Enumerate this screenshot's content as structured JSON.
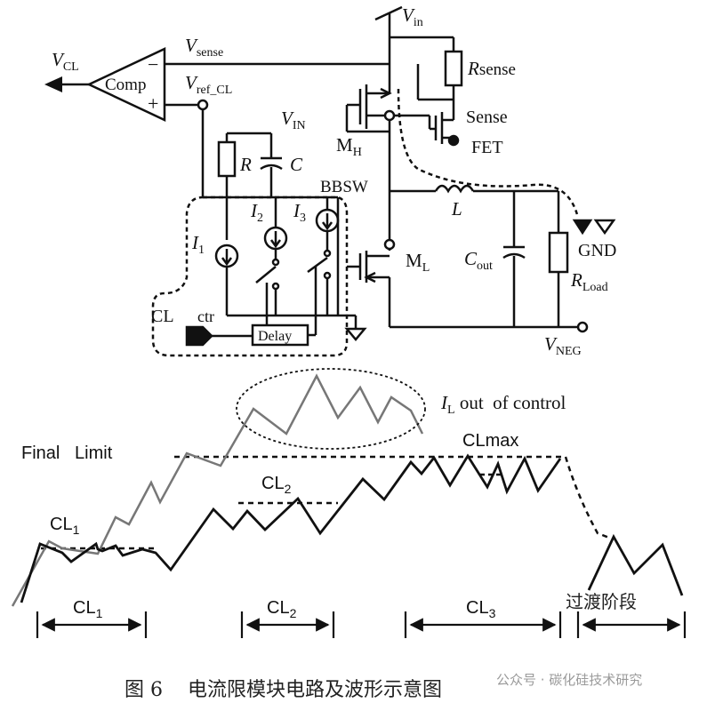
{
  "circuit": {
    "v_cl": "V",
    "v_cl_sub": "CL",
    "comp": "Comp",
    "minus": "−",
    "plus": "+",
    "v_sense": "V",
    "v_sense_sub": "sense",
    "v_ref": "V",
    "v_ref_sub": "ref_CL",
    "v_in": "V",
    "v_in_sub": "in",
    "r_sense": "R",
    "r_sense_sub": "sense",
    "sense_fet_1": "Sense",
    "sense_fet_2": "FET",
    "m_h": "M",
    "m_h_sub": "H",
    "v_in_upper": "V",
    "v_in_upper_sub": "IN",
    "r": "R",
    "c": "C",
    "bbsw": "BBSW",
    "i1": "I",
    "i1_sub": "1",
    "i2": "I",
    "i2_sub": "2",
    "i3": "I",
    "i3_sub": "3",
    "l": "L",
    "m_l": "M",
    "m_l_sub": "L",
    "c_out": "C",
    "c_out_sub": "out",
    "gnd": "GND",
    "r_load": "R",
    "r_load_sub": "Load",
    "cl_ctr_1": "CL",
    "cl_ctr_2": "ctr",
    "delay": "Delay",
    "v_neg": "V",
    "v_neg_sub": "NEG"
  },
  "waveform": {
    "il_out": "I",
    "il_out_sub": "L",
    "il_out_rest": " out  of control",
    "final_limit": "Final   Limit",
    "clmax": "CLmax",
    "cl2_top": "CL",
    "cl2_top_sub": "2",
    "cl1_top": "CL",
    "cl1_top_sub": "1",
    "seg_cl1": "CL",
    "seg_cl1_sub": "1",
    "seg_cl2": "CL",
    "seg_cl2_sub": "2",
    "seg_cl3": "CL",
    "seg_cl3_sub": "3",
    "transition": "过渡阶段"
  },
  "caption": "图 6    电流限模块电路及波形示意图",
  "watermark": "公众号 · 碳化硅技术研究",
  "colors": {
    "ink": "#111111",
    "gray_wave": "#777777",
    "watermark": "#9a9a9a"
  }
}
